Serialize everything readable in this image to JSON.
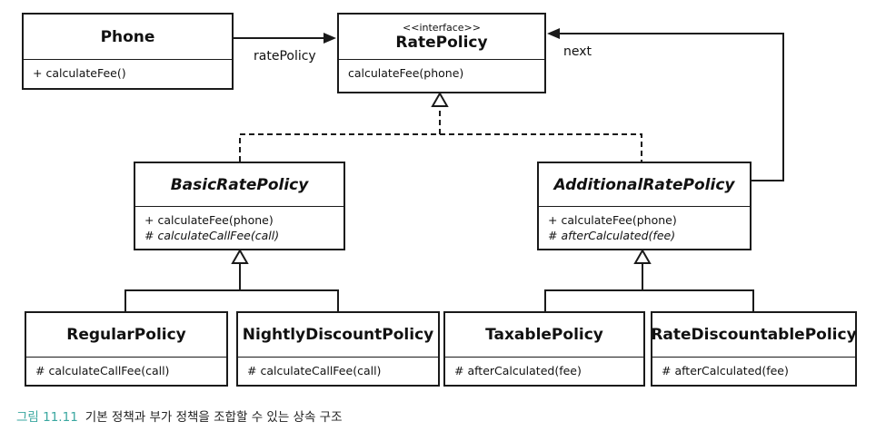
{
  "classes": {
    "phone": {
      "name": "Phone",
      "ops": [
        "+ calculateFee()"
      ]
    },
    "rate_policy": {
      "stereotype": "<<interface>>",
      "name": "RatePolicy",
      "ops": [
        "calculateFee(phone)"
      ]
    },
    "basic_rate_policy": {
      "name": "BasicRatePolicy",
      "ops": [
        "+ calculateFee(phone)",
        "# calculateCallFee(call)"
      ]
    },
    "additional_rate_policy": {
      "name": "AdditionalRatePolicy",
      "ops": [
        "+ calculateFee(phone)",
        "# afterCalculated(fee)"
      ]
    },
    "regular_policy": {
      "name": "RegularPolicy",
      "ops": [
        "# calculateCallFee(call)"
      ]
    },
    "nightly_discount_policy": {
      "name": "NightlyDiscountPolicy",
      "ops": [
        "# calculateCallFee(call)"
      ]
    },
    "taxable_policy": {
      "name": "TaxablePolicy",
      "ops": [
        "# afterCalculated(fee)"
      ]
    },
    "rate_discountable_policy": {
      "name": "RateDiscountablePolicy",
      "ops": [
        "# afterCalculated(fee)"
      ]
    }
  },
  "edges": {
    "rate_policy_label": "ratePolicy",
    "next_label": "next"
  },
  "caption": {
    "figure": "그림 11.11",
    "text": "기본 정책과 부가 정책을 조합할 수 있는 상속 구조"
  }
}
